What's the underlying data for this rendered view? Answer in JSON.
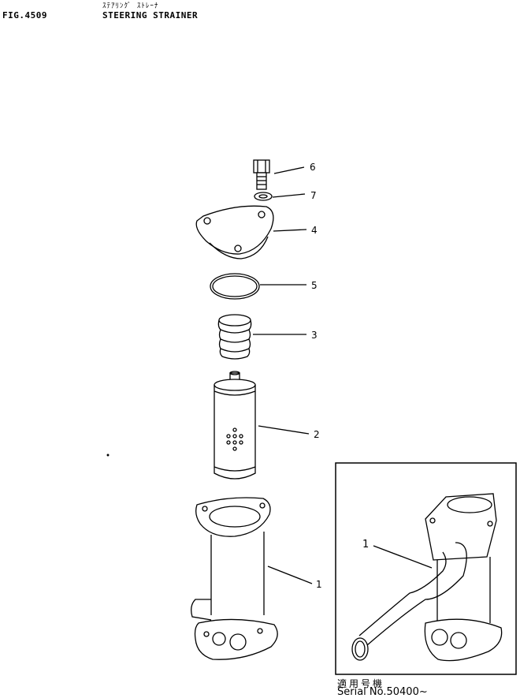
{
  "header": {
    "japanese_title": "ｽﾃｱﾘﾝｸﾞ ｽﾄﾚｰﾅ",
    "figure_number": "FIG.4509",
    "title": "STEERING STRAINER"
  },
  "callouts": {
    "c6": "6",
    "c7": "7",
    "c4": "4",
    "c5": "5",
    "c3": "3",
    "c2": "2",
    "c1": "1",
    "inset_c1": "1"
  },
  "inset": {
    "serial_japanese": "適用号機",
    "serial": "Serial  No.50400~"
  }
}
